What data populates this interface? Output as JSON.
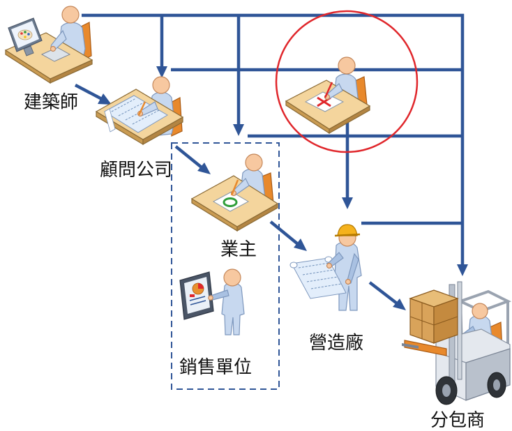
{
  "nodes": {
    "architect": {
      "label": "建築師",
      "icon": "architect-at-computer-icon"
    },
    "consultant": {
      "label": "顧問公司",
      "icon": "consultant-at-drafting-desk-icon"
    },
    "owner": {
      "label": "業主",
      "icon": "owner-approving-document-icon"
    },
    "sales": {
      "label": "銷售單位",
      "icon": "presenter-with-chart-icon"
    },
    "contractor": {
      "label": "營造廠",
      "icon": "construction-worker-with-blueprint-icon"
    },
    "subcontractor": {
      "label": "分包商",
      "icon": "forklift-operator-icon"
    },
    "reviewer": {
      "icon": "person-marking-document-with-red-x-icon"
    }
  },
  "colors": {
    "connector": "#2f5597",
    "highlight": "#e0262b",
    "group_border": "#2f5597"
  }
}
